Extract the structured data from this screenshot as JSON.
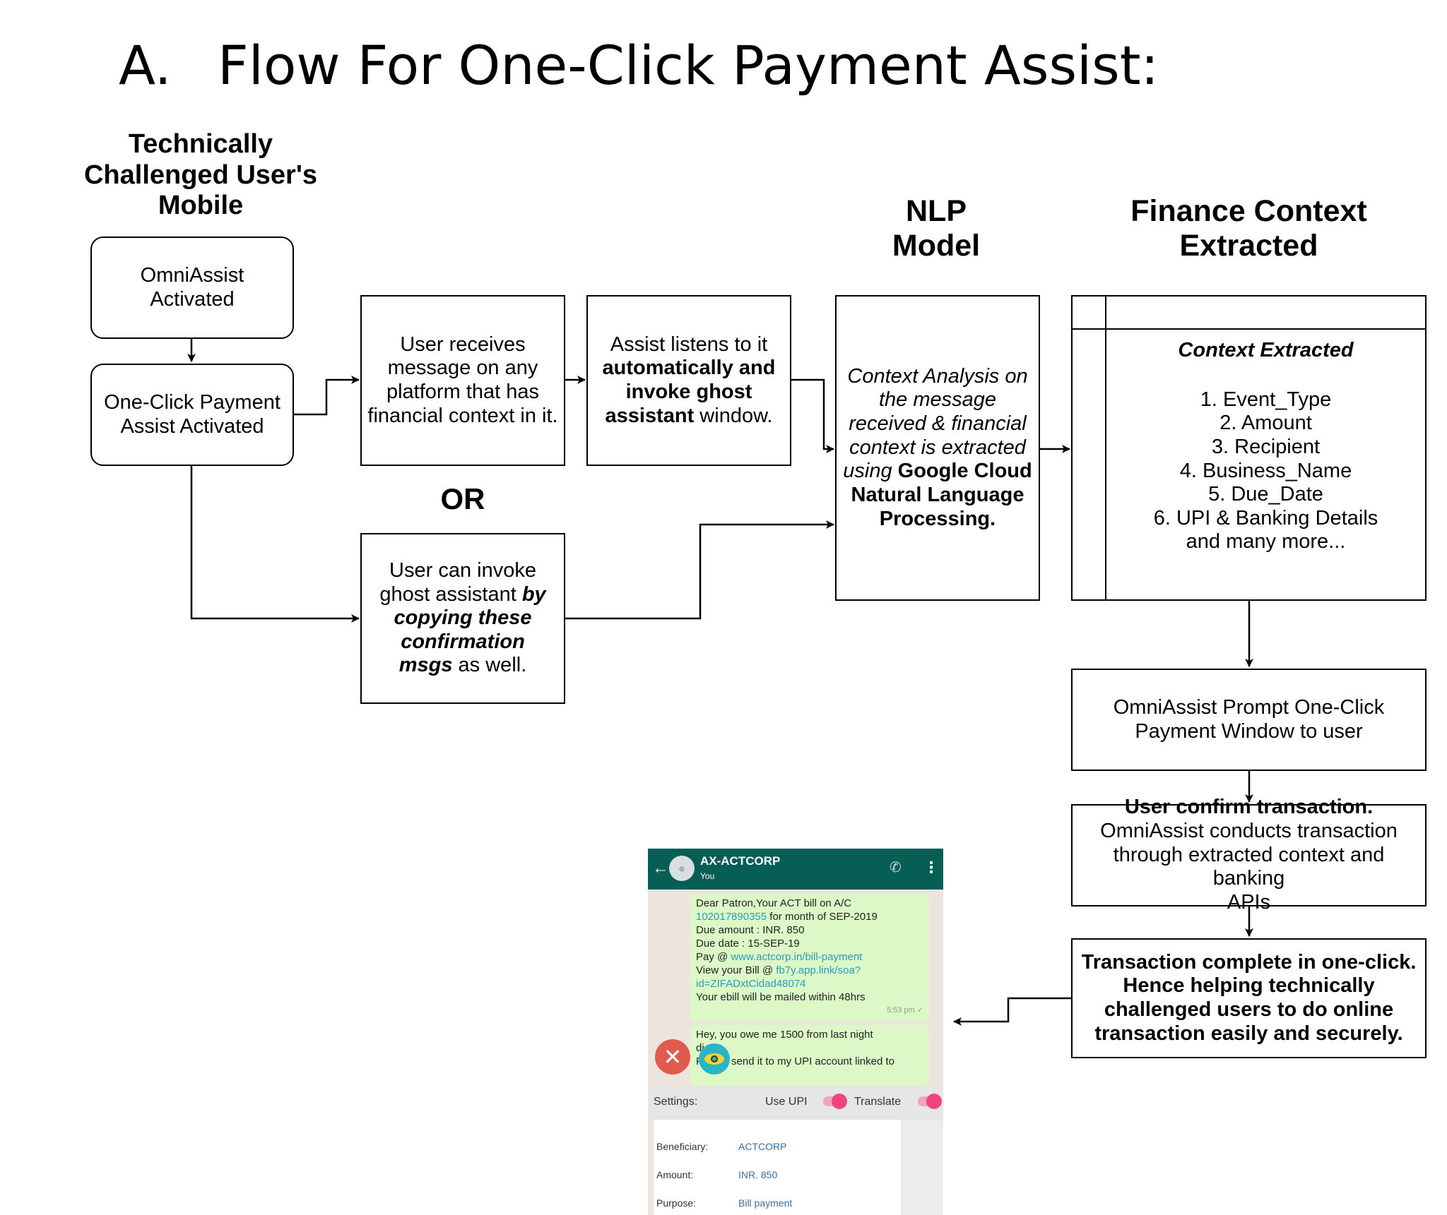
{
  "title": {
    "letter": "A.",
    "text": "Flow For One-Click Payment Assist:"
  },
  "headings": {
    "mobile": [
      "Technically",
      "Challenged User's",
      "Mobile"
    ],
    "nlp": [
      "NLP",
      "Model"
    ],
    "finance": [
      "Finance Context",
      "Extracted"
    ],
    "or": "OR"
  },
  "nodes": {
    "activated": "OmniAssist Activated",
    "one_click": [
      "One-Click Payment",
      "Assist Activated"
    ],
    "receives": [
      "User receives",
      "message on any",
      "platform that has",
      "financial context in it."
    ],
    "listens": {
      "line1": "Assist listens to it",
      "line2_bold": "automatically and",
      "line3_bold": "invoke ghost",
      "line4_bold": "assistant",
      "line4_rest": " window."
    },
    "invoke": {
      "line1": "User can invoke",
      "line2": "ghost assistant ",
      "line2_bi": "by",
      "line3_bi": "copying these",
      "line4_bi": "confirmation",
      "line5_bi": "msgs",
      "line5_rest": " as well."
    },
    "nlp_box": {
      "l1": "Context Analysis on",
      "l2": "the message",
      "l3": "received & financial",
      "l4": "context is extracted",
      "l5_i": "using ",
      "l5_b": "Google Cloud",
      "l6": "Natural Language",
      "l7": "Processing."
    },
    "finance_box": {
      "header": "Context Extracted",
      "items": [
        "1. Event_Type",
        "2. Amount",
        "3. Recipient",
        "4. Business_Name",
        "5. Due_Date",
        "6. UPI & Banking Details",
        "and many more..."
      ]
    },
    "prompt": [
      "OmniAssist Prompt One-Click",
      "Payment Window to user"
    ],
    "confirm": {
      "bold": "User confirm transaction.",
      "rest": [
        "OmniAssist conducts transaction",
        "through extracted context and banking",
        "APIs"
      ]
    },
    "complete": [
      "Transaction complete in one-click.",
      "Hence helping technically",
      "challenged users to do online",
      "transaction easily and securely."
    ]
  },
  "phone": {
    "contact": "AX-ACTCORP",
    "subtitle": "You",
    "msg1": {
      "l1": "Dear Patron,Your ACT bill on A/C",
      "l2_link": "102017890355",
      "l2_rest": " for month of SEP-2019",
      "l3": "Due amount : INR. 850",
      "l4": "Due date : 15-SEP-19",
      "l5_pre": "Pay @ ",
      "l5_link": "www.actcorp.in/bill-payment",
      "l6_pre": "View your Bill @ ",
      "l6_link": "fb7y.app.link/soa?",
      "l7_link": "id=ZIFADxtCidad48074",
      "l8": "Your ebill will be mailed within 48hrs",
      "time": "5:53 pm ✓"
    },
    "msg2": {
      "l1": "Hey, you owe me 1500 from last night",
      "l2": "di",
      "l3": "Please send it to my UPI account linked to"
    },
    "settings": {
      "label": "Settings:",
      "use_upi": "Use UPI",
      "translate": "Translate"
    },
    "form": [
      {
        "label": "Beneficiary:",
        "value": "ACTCORP"
      },
      {
        "label": "Amount:",
        "value": "INR. 850"
      },
      {
        "label": "Purpose:",
        "value": "Bill payment"
      }
    ],
    "colors": {
      "topbar": "#075e54",
      "bubble": "#dcf8c6",
      "toggle": "#f0457a",
      "close": "#e05a4e",
      "eye": "#28b5c8"
    }
  }
}
